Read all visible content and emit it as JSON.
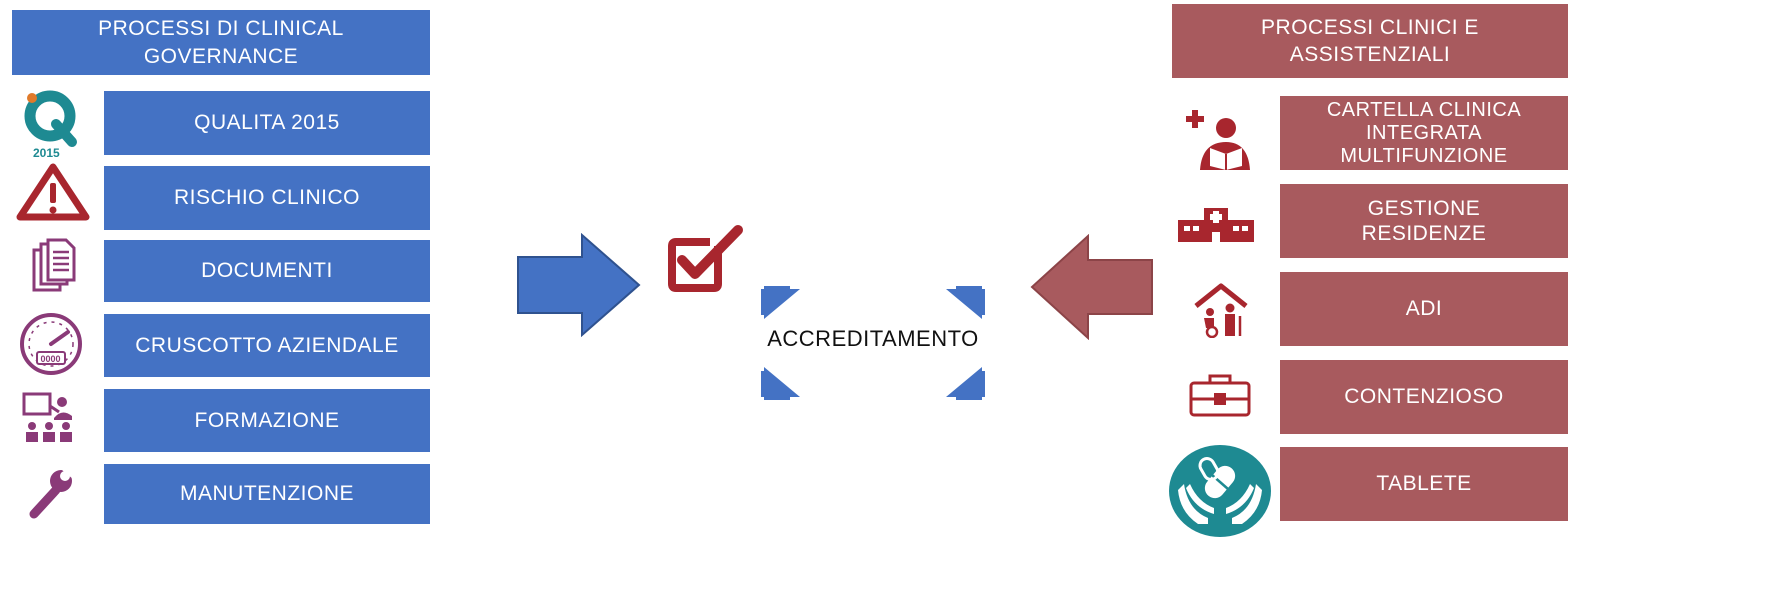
{
  "left": {
    "header": "PROCESSI DI CLINICAL GOVERNANCE",
    "items": [
      {
        "label": "QUALITA 2015",
        "icon": "quality-2015-logo-icon",
        "icon_text": "2015"
      },
      {
        "label": "RISCHIO CLINICO",
        "icon": "warning-icon"
      },
      {
        "label": "DOCUMENTI",
        "icon": "documents-icon"
      },
      {
        "label": "CRUSCOTTO AZIENDALE",
        "icon": "dashboard-gauge-icon",
        "icon_text": "0000"
      },
      {
        "label": "FORMAZIONE",
        "icon": "training-icon"
      },
      {
        "label": "MANUTENZIONE",
        "icon": "wrench-icon"
      }
    ]
  },
  "center": {
    "label": "ACCREDITAMENTO",
    "icon": "checkbox-checked-icon"
  },
  "right": {
    "header": "PROCESSI CLINICI E ASSISTENZIALI",
    "items": [
      {
        "label": "CARTELLA CLINICA INTEGRATA MULTIFUNZIONE",
        "icon": "patient-record-icon"
      },
      {
        "label": "GESTIONE RESIDENZE",
        "icon": "hospital-building-icon"
      },
      {
        "label": "ADI",
        "icon": "home-care-icon"
      },
      {
        "label": "CONTENZIOSO",
        "icon": "first-aid-case-icon"
      },
      {
        "label": "TABLETE",
        "icon": "hands-pills-icon"
      }
    ]
  },
  "colors": {
    "left_box": "#4472c4",
    "right_box": "#a85a5e",
    "left_arrow": "#4472c4",
    "right_arrow": "#a85a5e",
    "icon_red": "#a8262e",
    "icon_purple": "#8a3a78",
    "icon_teal": "#1e8a92"
  }
}
